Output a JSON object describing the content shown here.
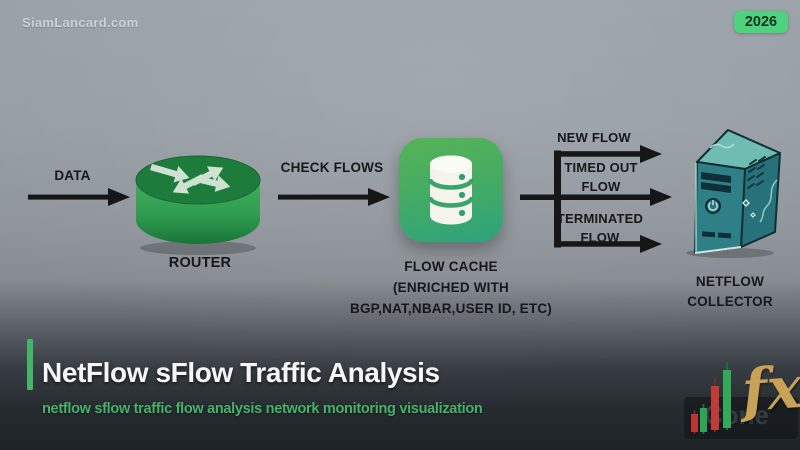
{
  "header": {
    "site": "SiamLancard.com",
    "year": "2026"
  },
  "flow": {
    "data_arrow_label": "DATA",
    "router_label": "ROUTER",
    "check_flows_label": "CHECK FLOWS",
    "cache_line1": "FLOW CACHE",
    "cache_line2": "(ENRICHED WITH",
    "cache_line3": "BGP,NAT,NBAR,USER ID, ETC)",
    "new_flow_label": "NEW FLOW",
    "timed_out_line1": "TIMED OUT",
    "timed_out_line2": "FLOW",
    "terminated_line1": "TERMINATED",
    "terminated_line2": "FLOW",
    "collector_line1": "NETFLOW",
    "collector_line2": "COLLECTOR"
  },
  "footer": {
    "title": "NetFlow sFlow Traffic Analysis",
    "subtitle": "netflow sflow traffic flow analysis network monitoring visualization",
    "logo_fx": "fx",
    "logo_watermark": "Cone"
  },
  "colors": {
    "accent_green": "#43b568",
    "badge_green": "#4ed27d",
    "router_top_green": "#1d7c3c",
    "router_side_green": "#2e9c4f",
    "cache_gradient_start": "#57b356",
    "cache_gradient_end": "#2da37d",
    "collector_teal": "#2f8086",
    "arrow_black": "#161616",
    "subtitle_green": "#46b169",
    "gold": "#c7a257",
    "candle_red": "#bb3533",
    "candle_green": "#34a759"
  }
}
